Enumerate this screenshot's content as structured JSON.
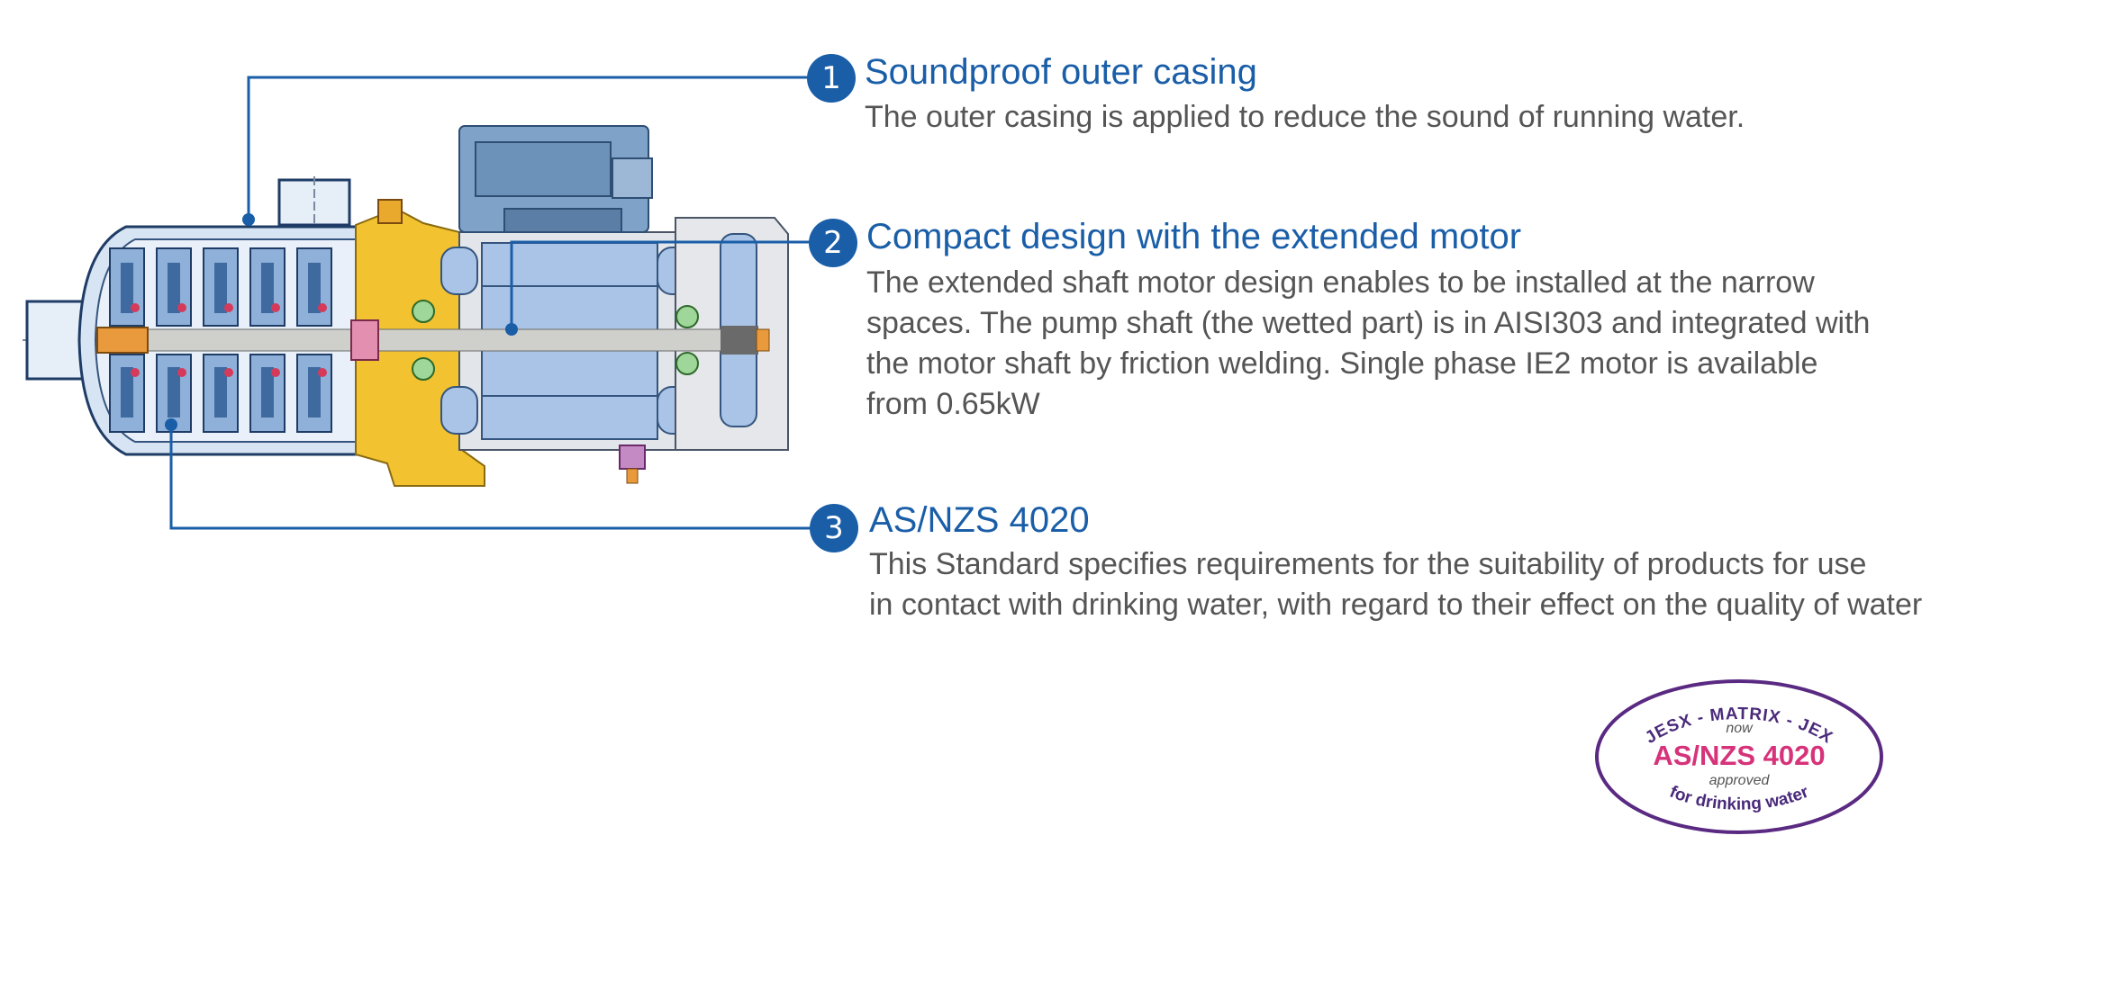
{
  "features": [
    {
      "number": "1",
      "title": "Soundproof outer casing",
      "lines": [
        "The outer casing is applied to reduce the sound of running water."
      ]
    },
    {
      "number": "2",
      "title": "Compact design with the extended motor",
      "lines": [
        "The extended shaft motor design enables to be installed at the narrow",
        "spaces. The pump shaft (the wetted part) is in AISI303 and integrated with",
        "the motor shaft by friction welding. Single phase IE2 motor is available",
        "from 0.65kW"
      ]
    },
    {
      "number": "3",
      "title": "AS/NZS 4020",
      "lines": [
        "This Standard specifies requirements for the suitability of products for use",
        "in contact with drinking water, with regard to their effect on the quality of water"
      ]
    }
  ],
  "stamp": {
    "top_arc": "JESX - MATRIX - JEX",
    "line_now": "now",
    "standard": "AS/NZS 4020",
    "line_approved": "approved",
    "bottom_arc": "for drinking water"
  },
  "colors": {
    "accent": "#1a5ea8",
    "description_text": "#555555",
    "stamp_border": "#5a2a82",
    "stamp_standard": "#d6337a",
    "casing_blue": "#a9c4e6",
    "flange_yellow": "#f2c230"
  }
}
